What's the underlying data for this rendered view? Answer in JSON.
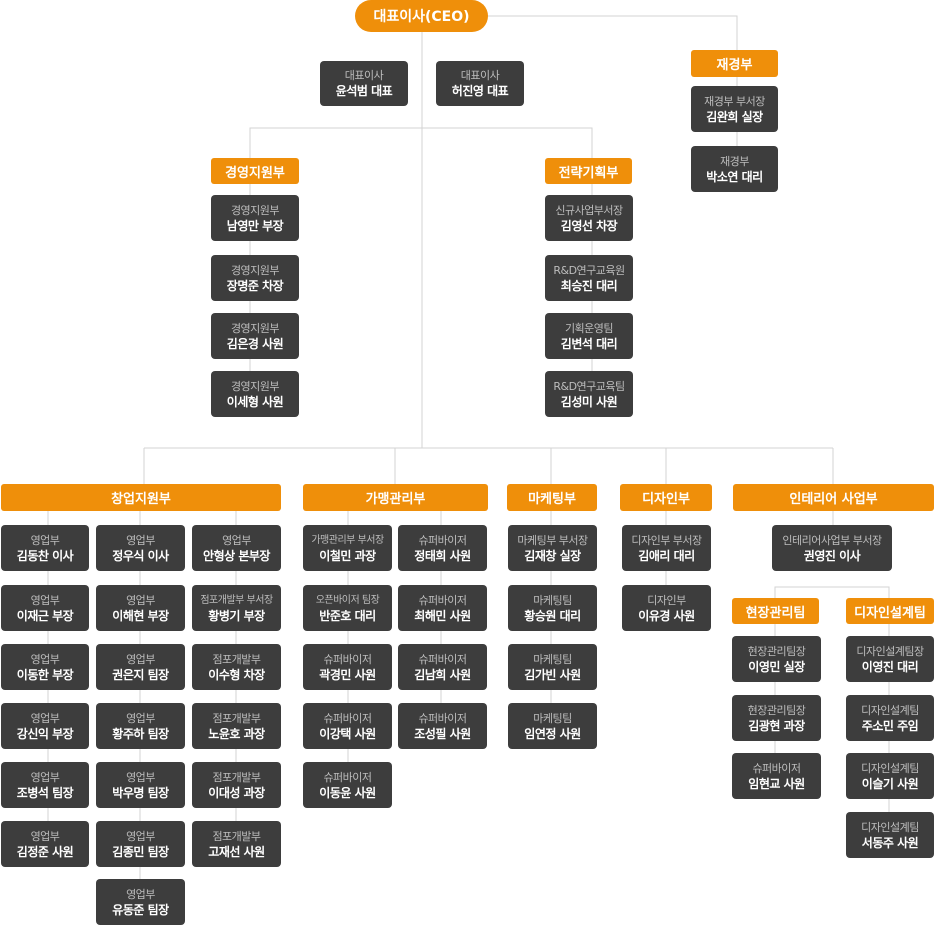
{
  "ceo": "대표이사(CEO)",
  "executives": [
    {
      "role": "대표이사",
      "name": "윤석범 대표"
    },
    {
      "role": "대표이사",
      "name": "허진영 대표"
    }
  ],
  "departments": {
    "finance": {
      "title": "재경부",
      "members": [
        {
          "role": "재경부 부서장",
          "name": "김완희 실장"
        },
        {
          "role": "재경부",
          "name": "박소연 대리"
        }
      ]
    },
    "management": {
      "title": "경영지원부",
      "members": [
        {
          "role": "경영지원부",
          "name": "남영만 부장"
        },
        {
          "role": "경영지원부",
          "name": "장명준 차장"
        },
        {
          "role": "경영지원부",
          "name": "김은경 사원"
        },
        {
          "role": "경영지원부",
          "name": "이세형 사원"
        }
      ]
    },
    "strategy": {
      "title": "전략기획부",
      "members": [
        {
          "role": "신규사업부서장",
          "name": "김영선 차장"
        },
        {
          "role": "R&D연구교육원",
          "name": "최승진 대리"
        },
        {
          "role": "기획운영팀",
          "name": "김변석 대리"
        },
        {
          "role": "R&D연구교육팀",
          "name": "김성미 사원"
        }
      ]
    },
    "startup": {
      "title": "창업지원부",
      "columns": [
        [
          {
            "role": "영업부",
            "name": "김동찬 이사"
          },
          {
            "role": "영업부",
            "name": "이재근 부장"
          },
          {
            "role": "영업부",
            "name": "이동한 부장"
          },
          {
            "role": "영업부",
            "name": "강신익 부장"
          },
          {
            "role": "영업부",
            "name": "조병석 팀장"
          },
          {
            "role": "영업부",
            "name": "김정준 사원"
          }
        ],
        [
          {
            "role": "영업부",
            "name": "정우식 이사"
          },
          {
            "role": "영업부",
            "name": "이해현 부장"
          },
          {
            "role": "영업부",
            "name": "권은지 팀장"
          },
          {
            "role": "영업부",
            "name": "황주하 팀장"
          },
          {
            "role": "영업부",
            "name": "박우명 팀장"
          },
          {
            "role": "영업부",
            "name": "김종민 팀장"
          },
          {
            "role": "영업부",
            "name": "유동준 팀장"
          }
        ],
        [
          {
            "role": "영업부",
            "name": "안형상 본부장"
          },
          {
            "role": "점포개발부 부서장",
            "name": "황병기 부장"
          },
          {
            "role": "점포개발부",
            "name": "이수형 차장"
          },
          {
            "role": "점포개발부",
            "name": "노윤호 과장"
          },
          {
            "role": "점포개발부",
            "name": "이대성 과장"
          },
          {
            "role": "점포개발부",
            "name": "고재선 사원"
          }
        ]
      ]
    },
    "franchise": {
      "title": "가맹관리부",
      "columns": [
        [
          {
            "role": "가맹관리부 부서장",
            "name": "이철민 과장"
          },
          {
            "role": "오픈바이저 팀장",
            "name": "반준호 대리"
          },
          {
            "role": "슈퍼바이저",
            "name": "곽경민 사원"
          },
          {
            "role": "슈퍼바이저",
            "name": "이강택 사원"
          },
          {
            "role": "슈퍼바이저",
            "name": "이동윤 사원"
          }
        ],
        [
          {
            "role": "슈퍼바이저",
            "name": "정태희 사원"
          },
          {
            "role": "슈퍼바이저",
            "name": "최해민 사원"
          },
          {
            "role": "슈퍼바이저",
            "name": "김남희 사원"
          },
          {
            "role": "슈퍼바이저",
            "name": "조성필 사원"
          }
        ]
      ]
    },
    "marketing": {
      "title": "마케팅부",
      "members": [
        {
          "role": "마케팅부 부서장",
          "name": "김재창 실장"
        },
        {
          "role": "마케팅팀",
          "name": "황승원 대리"
        },
        {
          "role": "마케팅팀",
          "name": "김가빈 사원"
        },
        {
          "role": "마케팅팀",
          "name": "임연정 사원"
        }
      ]
    },
    "design": {
      "title": "디자인부",
      "members": [
        {
          "role": "디자인부 부서장",
          "name": "김애리 대리"
        },
        {
          "role": "디자인부",
          "name": "이유경 사원"
        }
      ]
    },
    "interior": {
      "title": "인테리어 사업부",
      "head": {
        "role": "인테리어사업부 부서장",
        "name": "권영진 이사"
      },
      "site_team": {
        "title": "현장관리팀",
        "members": [
          {
            "role": "현장관리팀장",
            "name": "이영민 실장"
          },
          {
            "role": "현장관리팀장",
            "name": "김광현 과장"
          },
          {
            "role": "슈퍼바이저",
            "name": "임현교 사원"
          }
        ]
      },
      "design_team": {
        "title": "디자인설계팀",
        "members": [
          {
            "role": "디자인설계팀장",
            "name": "이영진 대리"
          },
          {
            "role": "디자인설계팀",
            "name": "주소민 주임"
          },
          {
            "role": "디자인설계팀",
            "name": "이슬기 사원"
          },
          {
            "role": "디자인설계팀",
            "name": "서동주 사원"
          }
        ]
      }
    }
  }
}
